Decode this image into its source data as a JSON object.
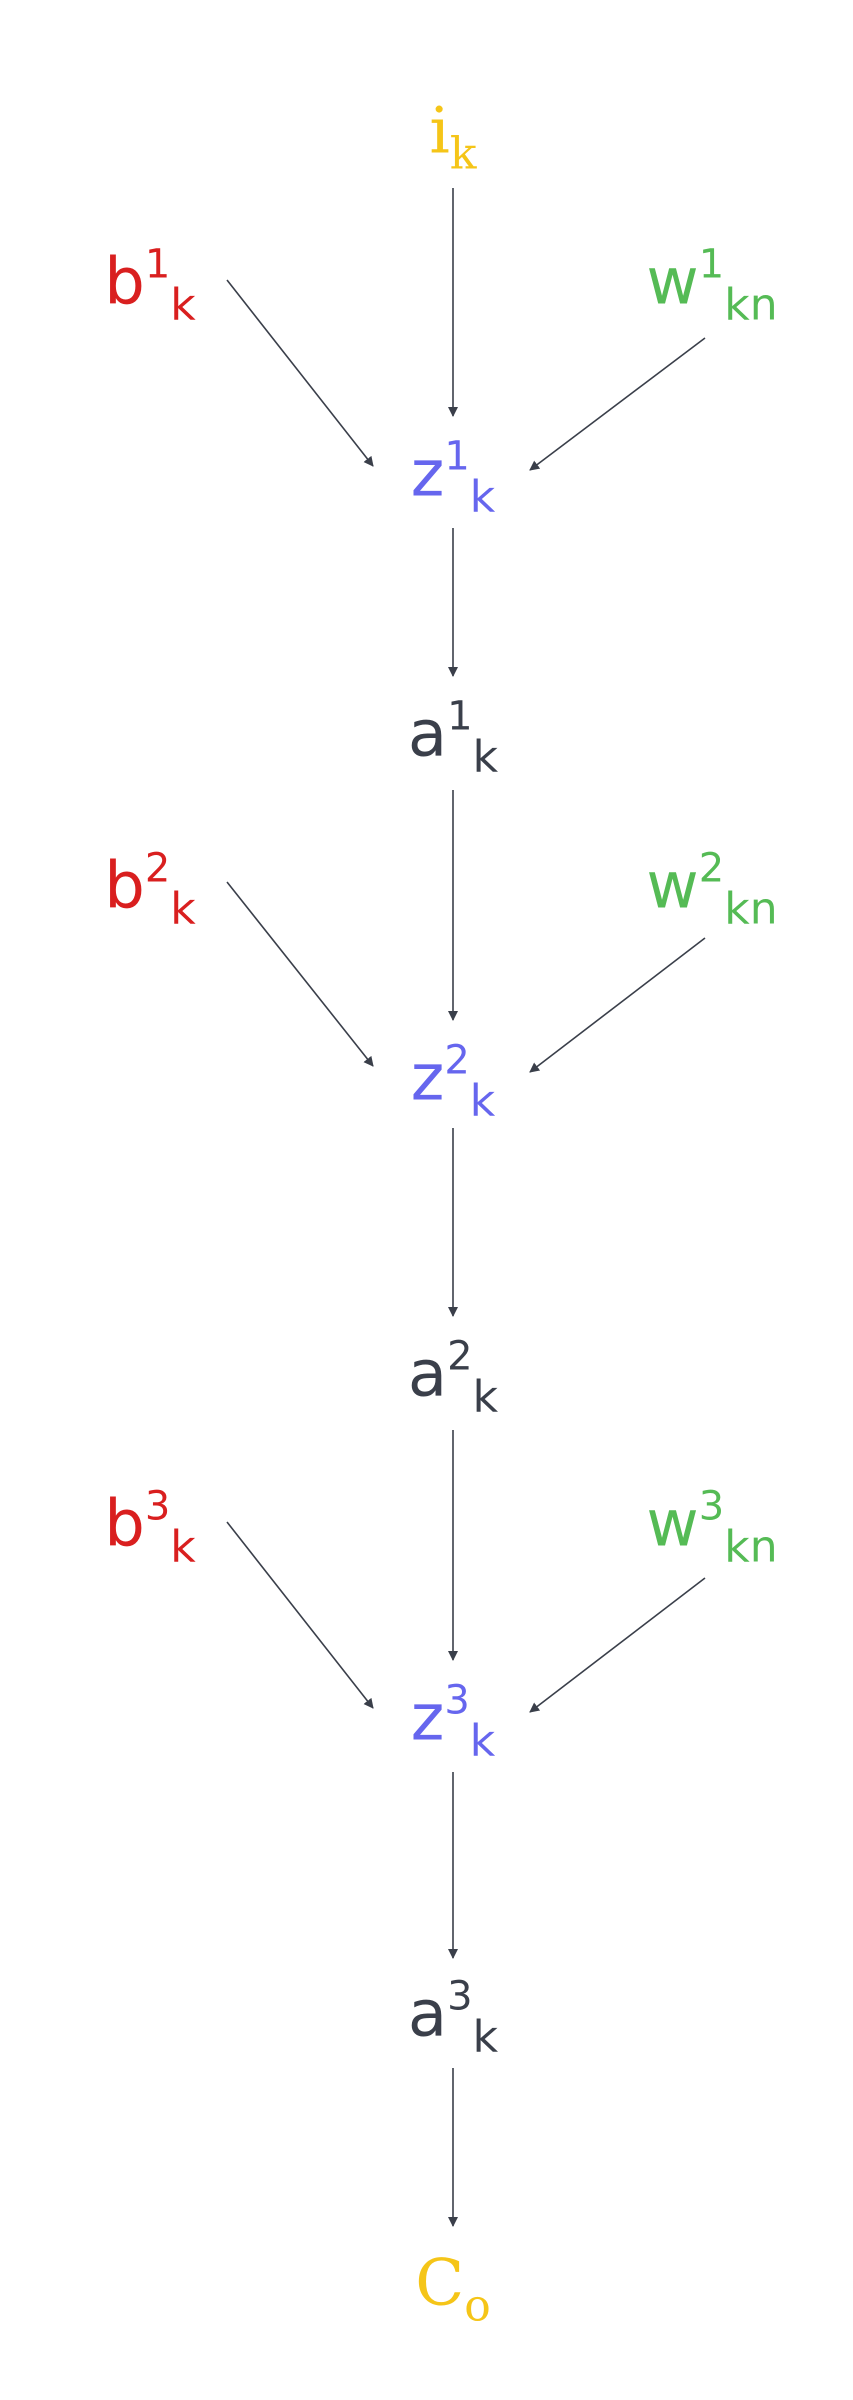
{
  "colors": {
    "input": "#f5c518",
    "bias": "#d91f1f",
    "weight": "#55bb55",
    "preactivation": "#6666ee",
    "activation": "#3a3f4a",
    "edge": "#3a3f4a"
  },
  "nodes": [
    {
      "id": "i_k",
      "base": "i",
      "sup": "",
      "sub": "k",
      "role": "input"
    },
    {
      "id": "b1_k",
      "base": "b",
      "sup": "1",
      "sub": "k",
      "role": "bias"
    },
    {
      "id": "w1_kn",
      "base": "w",
      "sup": "1",
      "sub": "kn",
      "role": "weight"
    },
    {
      "id": "z1_k",
      "base": "z",
      "sup": "1",
      "sub": "k",
      "role": "preactivation"
    },
    {
      "id": "a1_k",
      "base": "a",
      "sup": "1",
      "sub": "k",
      "role": "activation"
    },
    {
      "id": "b2_k",
      "base": "b",
      "sup": "2",
      "sub": "k",
      "role": "bias"
    },
    {
      "id": "w2_kn",
      "base": "w",
      "sup": "2",
      "sub": "kn",
      "role": "weight"
    },
    {
      "id": "z2_k",
      "base": "z",
      "sup": "2",
      "sub": "k",
      "role": "preactivation"
    },
    {
      "id": "a2_k",
      "base": "a",
      "sup": "2",
      "sub": "k",
      "role": "activation"
    },
    {
      "id": "b3_k",
      "base": "b",
      "sup": "3",
      "sub": "k",
      "role": "bias"
    },
    {
      "id": "w3_kn",
      "base": "w",
      "sup": "3",
      "sub": "kn",
      "role": "weight"
    },
    {
      "id": "z3_k",
      "base": "z",
      "sup": "3",
      "sub": "k",
      "role": "preactivation"
    },
    {
      "id": "a3_k",
      "base": "a",
      "sup": "3",
      "sub": "k",
      "role": "activation"
    },
    {
      "id": "C_o",
      "base": "C",
      "sup": "",
      "sub": "o",
      "role": "input"
    }
  ],
  "edges": [
    {
      "from": "i_k",
      "to": "z1_k"
    },
    {
      "from": "b1_k",
      "to": "z1_k"
    },
    {
      "from": "w1_kn",
      "to": "z1_k"
    },
    {
      "from": "z1_k",
      "to": "a1_k"
    },
    {
      "from": "a1_k",
      "to": "z2_k"
    },
    {
      "from": "b2_k",
      "to": "z2_k"
    },
    {
      "from": "w2_kn",
      "to": "z2_k"
    },
    {
      "from": "z2_k",
      "to": "a2_k"
    },
    {
      "from": "a2_k",
      "to": "z3_k"
    },
    {
      "from": "b3_k",
      "to": "z3_k"
    },
    {
      "from": "w3_kn",
      "to": "z3_k"
    },
    {
      "from": "z3_k",
      "to": "a3_k"
    },
    {
      "from": "a3_k",
      "to": "C_o"
    }
  ]
}
